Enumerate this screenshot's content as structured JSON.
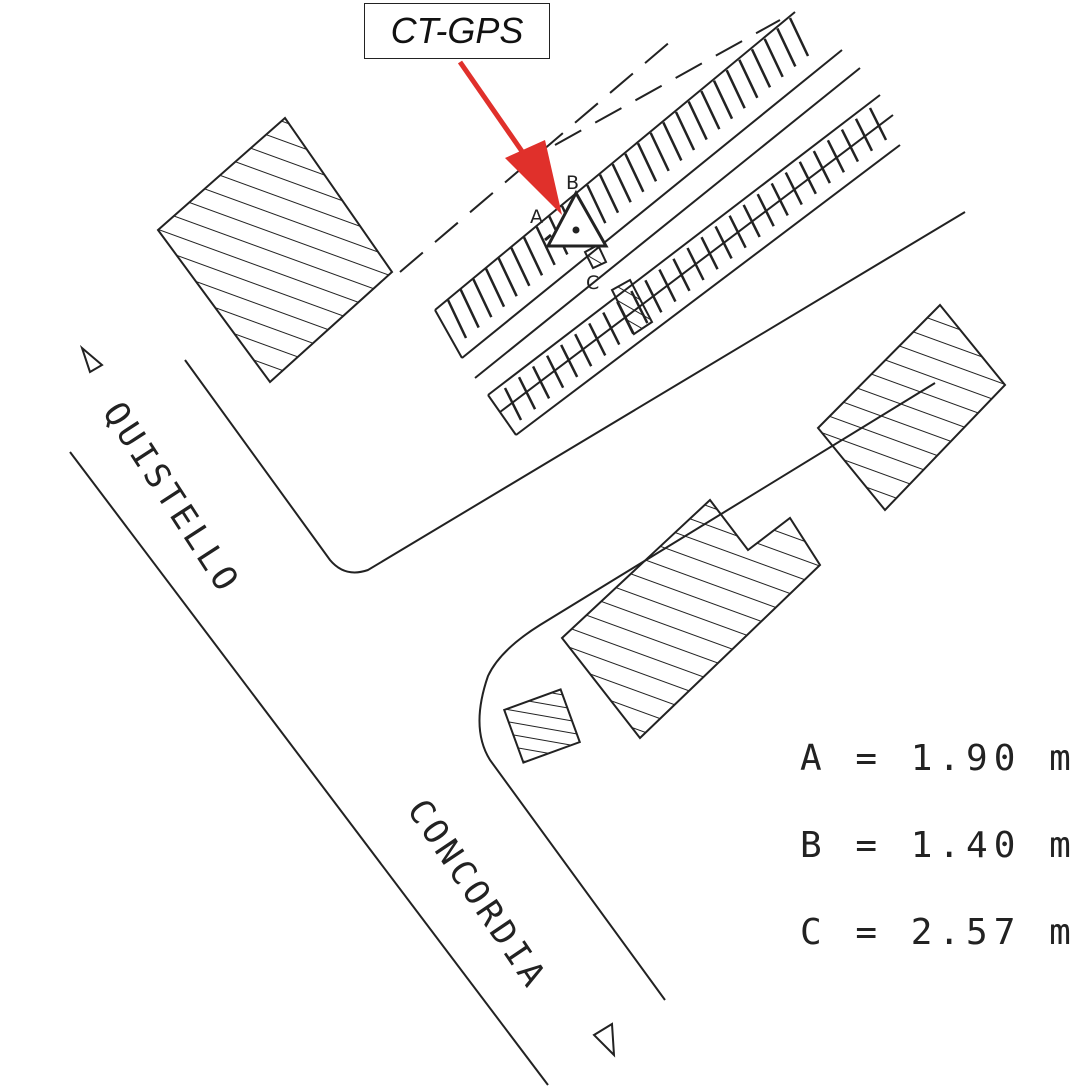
{
  "callout": {
    "label": "CT-GPS",
    "arrow_color": "#e0302b"
  },
  "streets": {
    "quistello": "QUISTELLO",
    "concordia": "CONCORDIA"
  },
  "points": {
    "a": "A",
    "b": "B",
    "c": "C"
  },
  "legend": [
    {
      "text": "A = 1.90 m"
    },
    {
      "text": "B = 1.40 m"
    },
    {
      "text": "C = 2.57 m"
    }
  ]
}
